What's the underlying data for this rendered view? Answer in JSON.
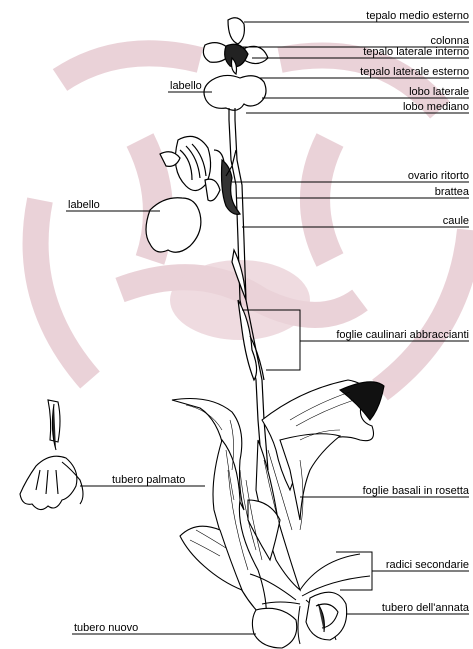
{
  "colors": {
    "watermark": "#d9aeb8",
    "ink": "#000000",
    "background": "#ffffff"
  },
  "labels": {
    "tepalo_medio_esterno": "tepalo medio esterno",
    "colonna": "colonna",
    "tepalo_laterale_interno": "tepalo laterale interno",
    "tepalo_laterale_esterno": "tepalo laterale esterno",
    "labello_top": "labello",
    "lobo_laterale": "lobo laterale",
    "lobo_mediano": "lobo mediano",
    "ovario_ritorto": "ovario ritorto",
    "brattea": "brattea",
    "labello_mid": "labello",
    "caule": "caule",
    "foglie_caulinari": "foglie caulinari abbraccianti",
    "tubero_palmato": "tubero palmato",
    "foglie_basali": "foglie basali in rosetta",
    "radici_secondarie": "radici secondarie",
    "tubero_annata": "tubero dell'annata",
    "tubero_nuovo": "tubero nuovo"
  }
}
